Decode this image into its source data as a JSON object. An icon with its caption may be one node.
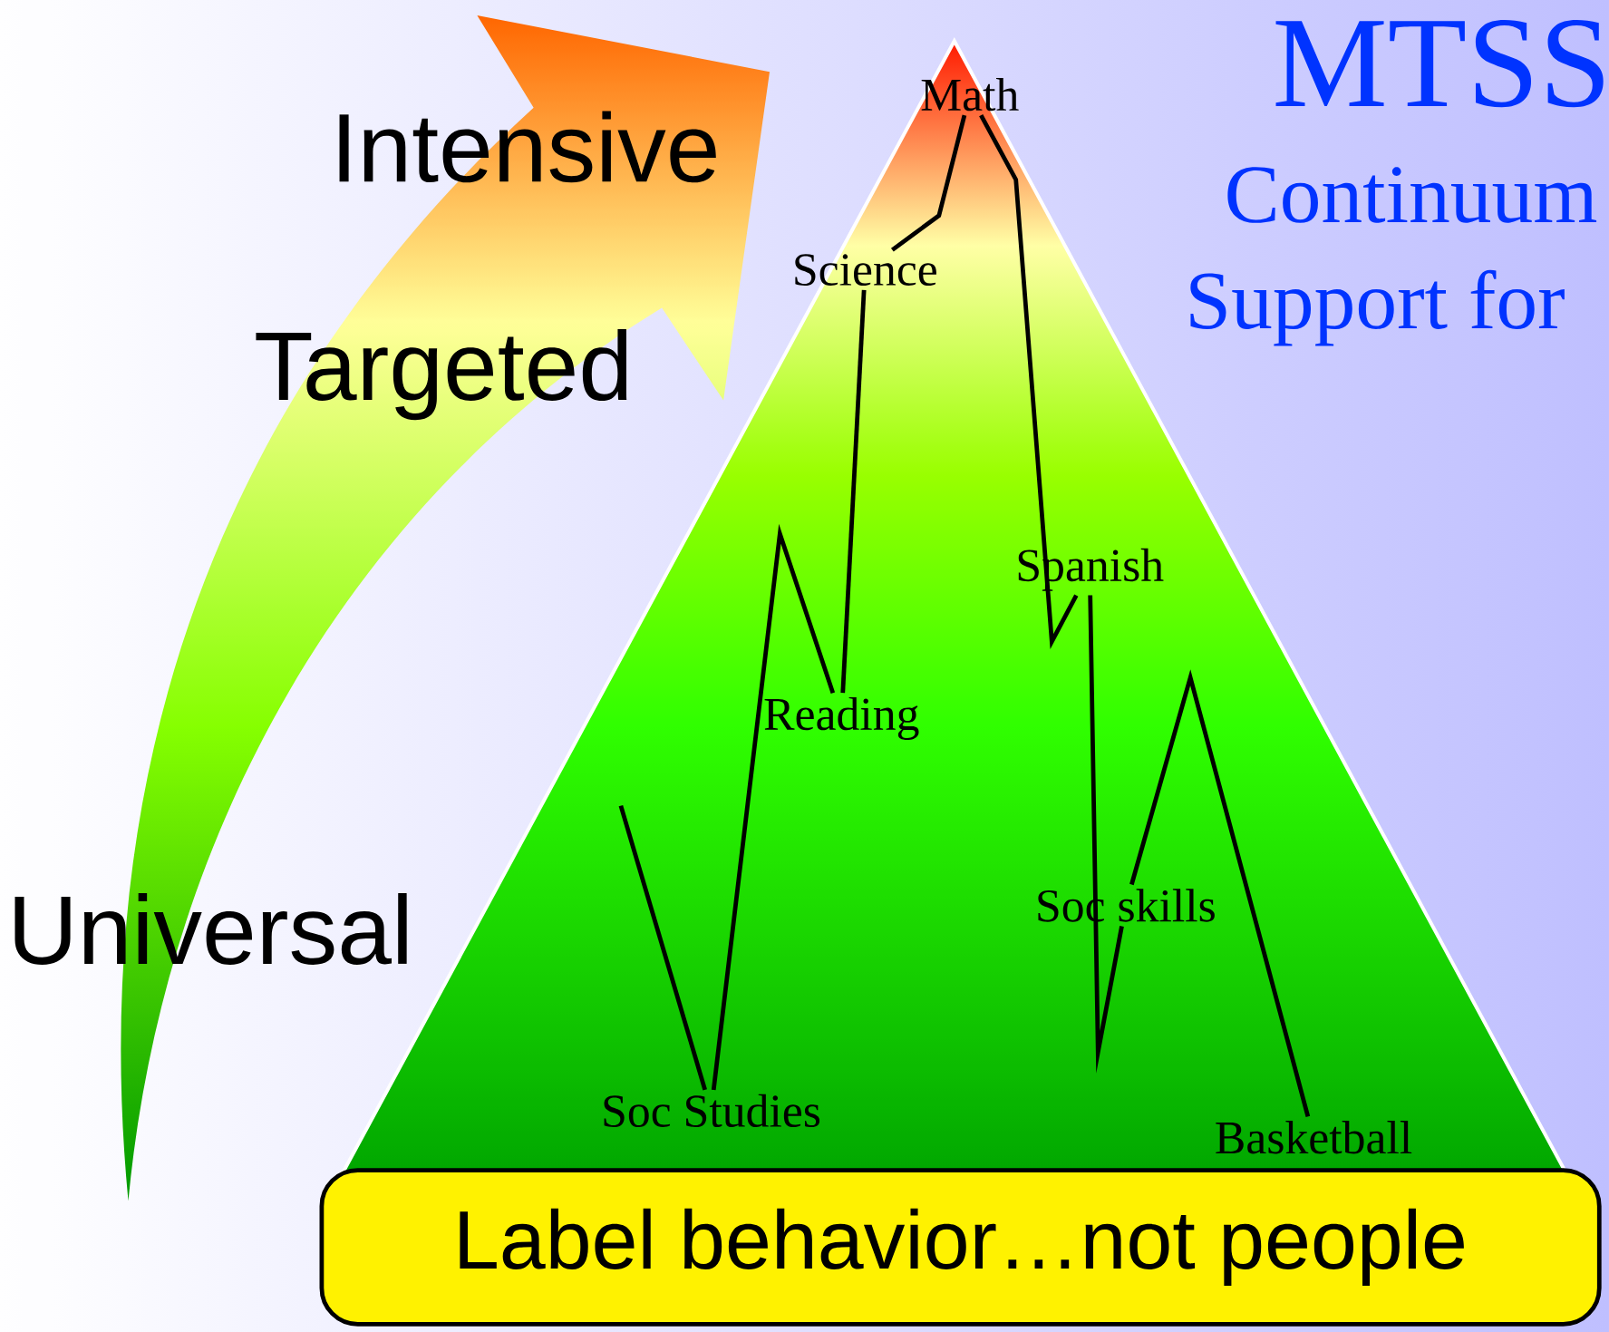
{
  "diagram": {
    "title": "MTSS",
    "nodes": [
      {
        "text": [
          "Math"
        ]
      },
      {
        "text": [
          "Science"
        ]
      },
      {
        "text": [
          "Spanish"
        ]
      },
      {
        "text": [
          "Reading"
        ]
      },
      {
        "text": [
          "Soc skills"
        ]
      },
      {
        "text": [
          "Soc Studies"
        ]
      },
      {
        "text": [
          "Basketball"
        ]
      },
      {
        "text": [
          "Label behavior…not people"
        ]
      }
    ],
    "edges": [
      {
        "from": null,
        "to": 5,
        "arrow": "none"
      },
      {
        "from": 5,
        "to": 3,
        "arrow": "none"
      },
      {
        "from": 3,
        "to": 1,
        "arrow": "none"
      },
      {
        "from": 1,
        "to": 0,
        "arrow": "none"
      },
      {
        "from": 0,
        "to": 2,
        "arrow": "none"
      },
      {
        "from": 2,
        "to": 4,
        "arrow": "none"
      },
      {
        "from": 4,
        "to": 6,
        "arrow": "none"
      }
    ],
    "labels": [
      "Intensive",
      "Continuum",
      "Support for",
      "Targeted",
      "Universal"
    ]
  }
}
